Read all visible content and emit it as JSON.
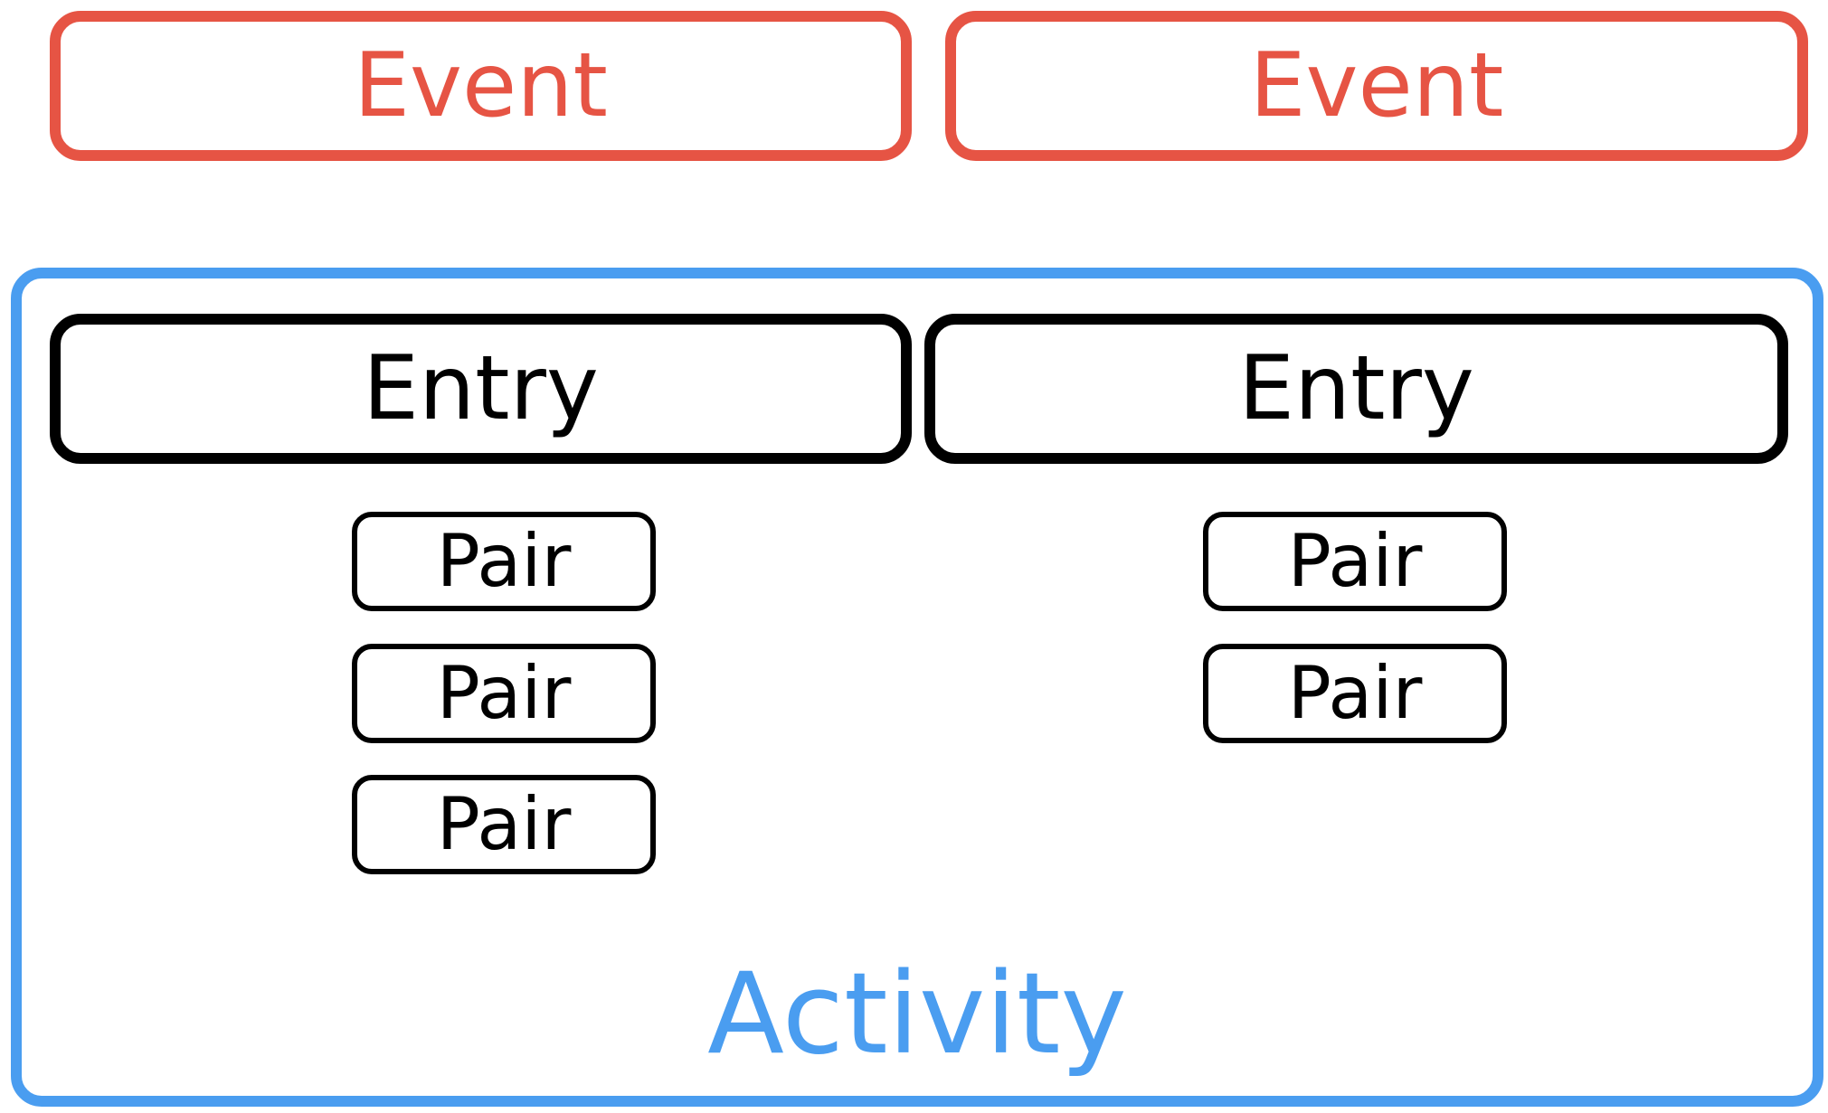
{
  "events": [
    {
      "label": "Event"
    },
    {
      "label": "Event"
    }
  ],
  "activity": {
    "label": "Activity",
    "entries": [
      {
        "label": "Entry",
        "pairs": [
          "Pair",
          "Pair",
          "Pair"
        ]
      },
      {
        "label": "Entry",
        "pairs": [
          "Pair",
          "Pair"
        ]
      }
    ]
  },
  "colors": {
    "event": "#E65444",
    "activity": "#4A9DF0",
    "entry": "#000000"
  }
}
